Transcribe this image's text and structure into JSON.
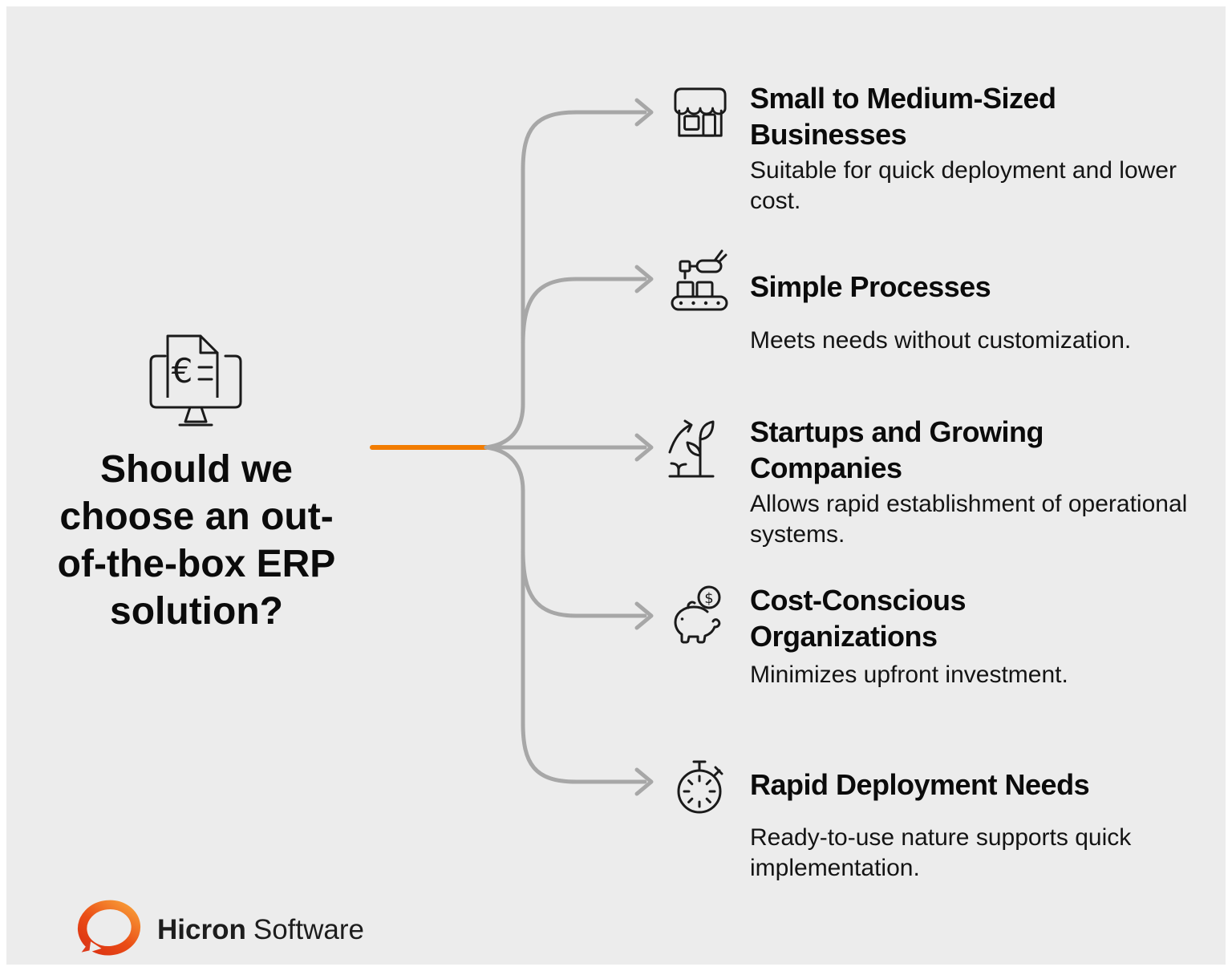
{
  "colors": {
    "background": "#ECECEC",
    "frame": "#FFFFFF",
    "connector": "#A7A7A7",
    "accent": "#F27C00",
    "text": "#0B0B0B",
    "logo_gradient_start": "#DA3013",
    "logo_gradient_end": "#F9A239"
  },
  "root": {
    "icon": "monitor-euro-document-icon",
    "title": "Should we\nchoose an out-\nof-the-box ERP\nsolution?"
  },
  "items": [
    {
      "icon": "storefront-icon",
      "title": "Small to Medium-Sized\nBusinesses",
      "description": "Suitable for quick deployment and lower\ncost."
    },
    {
      "icon": "conveyor-robot-arm-icon",
      "title": "Simple Processes",
      "description": "Meets needs without customization."
    },
    {
      "icon": "growth-plant-icon",
      "title": "Startups and Growing\nCompanies",
      "description": "Allows rapid establishment of operational\nsystems."
    },
    {
      "icon": "piggy-bank-icon",
      "title": "Cost-Conscious\nOrganizations",
      "description": "Minimizes upfront investment."
    },
    {
      "icon": "stopwatch-icon",
      "title": "Rapid Deployment Needs",
      "description": "Ready-to-use nature supports quick\nimplementation."
    }
  ],
  "footer": {
    "logo_icon": "hicron-logo",
    "brand_bold": "Hicron",
    "brand_regular": "Software"
  }
}
